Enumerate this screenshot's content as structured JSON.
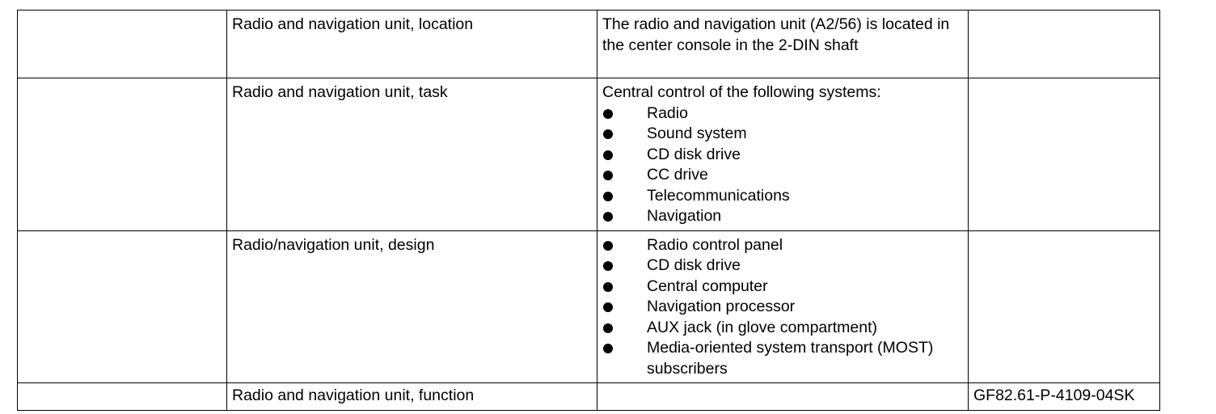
{
  "rows": [
    {
      "topic": "Radio and navigation unit, location",
      "description": "The radio and navigation unit (A2/56) is located in the center console in the 2-DIN shaft",
      "items": [],
      "reference": ""
    },
    {
      "topic": "Radio and navigation unit, task",
      "description": "Central control of the following systems:",
      "items": [
        "Radio",
        "Sound system",
        "CD disk drive",
        "CC drive",
        "Telecommunications",
        "Navigation"
      ],
      "reference": ""
    },
    {
      "topic": "Radio/navigation unit, design",
      "description": "",
      "items": [
        "Radio control panel",
        "CD disk drive",
        "Central computer",
        "Navigation processor",
        "AUX jack (in glove compartment)",
        "Media-oriented system transport (MOST) subscribers"
      ],
      "reference": ""
    },
    {
      "topic": "Radio and navigation unit, function",
      "description": "",
      "items": [],
      "reference": "GF82.61-P-4109-04SK"
    }
  ]
}
